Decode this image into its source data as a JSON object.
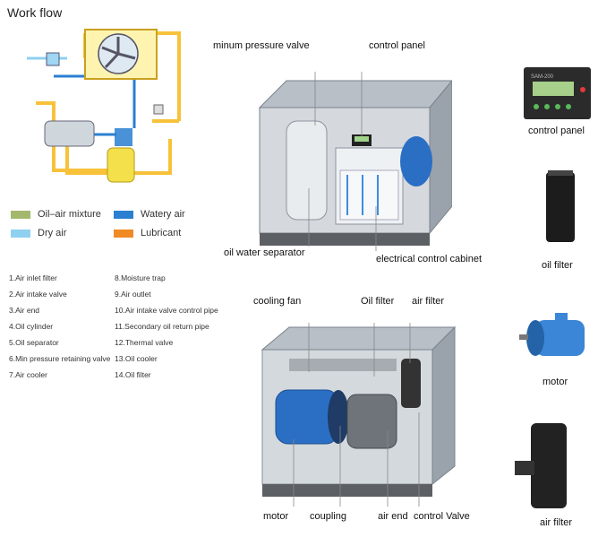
{
  "title": "Work flow",
  "legend": [
    {
      "label": "Oil–air mixture",
      "color": "#a3b86c"
    },
    {
      "label": "Watery  air",
      "color": "#2a7fd0"
    },
    {
      "label": "Dry air",
      "color": "#8fd0f0"
    },
    {
      "label": "Lubricant",
      "color": "#f08a24"
    }
  ],
  "parts_left": [
    "1.Air inlet filter",
    "2.Air intake valve",
    "3.Air end",
    "4.Oil cylinder",
    "5.Oil separator",
    "6.Min pressure retaining valve",
    "7.Air cooler"
  ],
  "parts_right": [
    "8.Moisture trap",
    "9.Air outlet",
    "10.Air intake valve control pipe",
    "11.Secondary oil return pipe",
    "12.Thermal valve",
    "13.Oil cooler",
    "14.Oil filter"
  ],
  "labels_top": {
    "min_pressure_valve": "minum pressure valve",
    "control_panel": "control panel",
    "oil_water_separator": "oil water separator",
    "electrical_cabinet": "electrical control cabinet"
  },
  "labels_bottom": {
    "cooling_fan": "cooling fan",
    "oil_filter": "Oil filter",
    "air_filter": "air filter",
    "motor": "motor",
    "coupling": "coupling",
    "air_end": "air end",
    "control_valve": "control Valve"
  },
  "side_parts": {
    "control_panel": "control panel",
    "oil_filter": "oil filter",
    "motor": "motor",
    "air_filter": "air filter"
  },
  "panel_display": "SAM-200"
}
